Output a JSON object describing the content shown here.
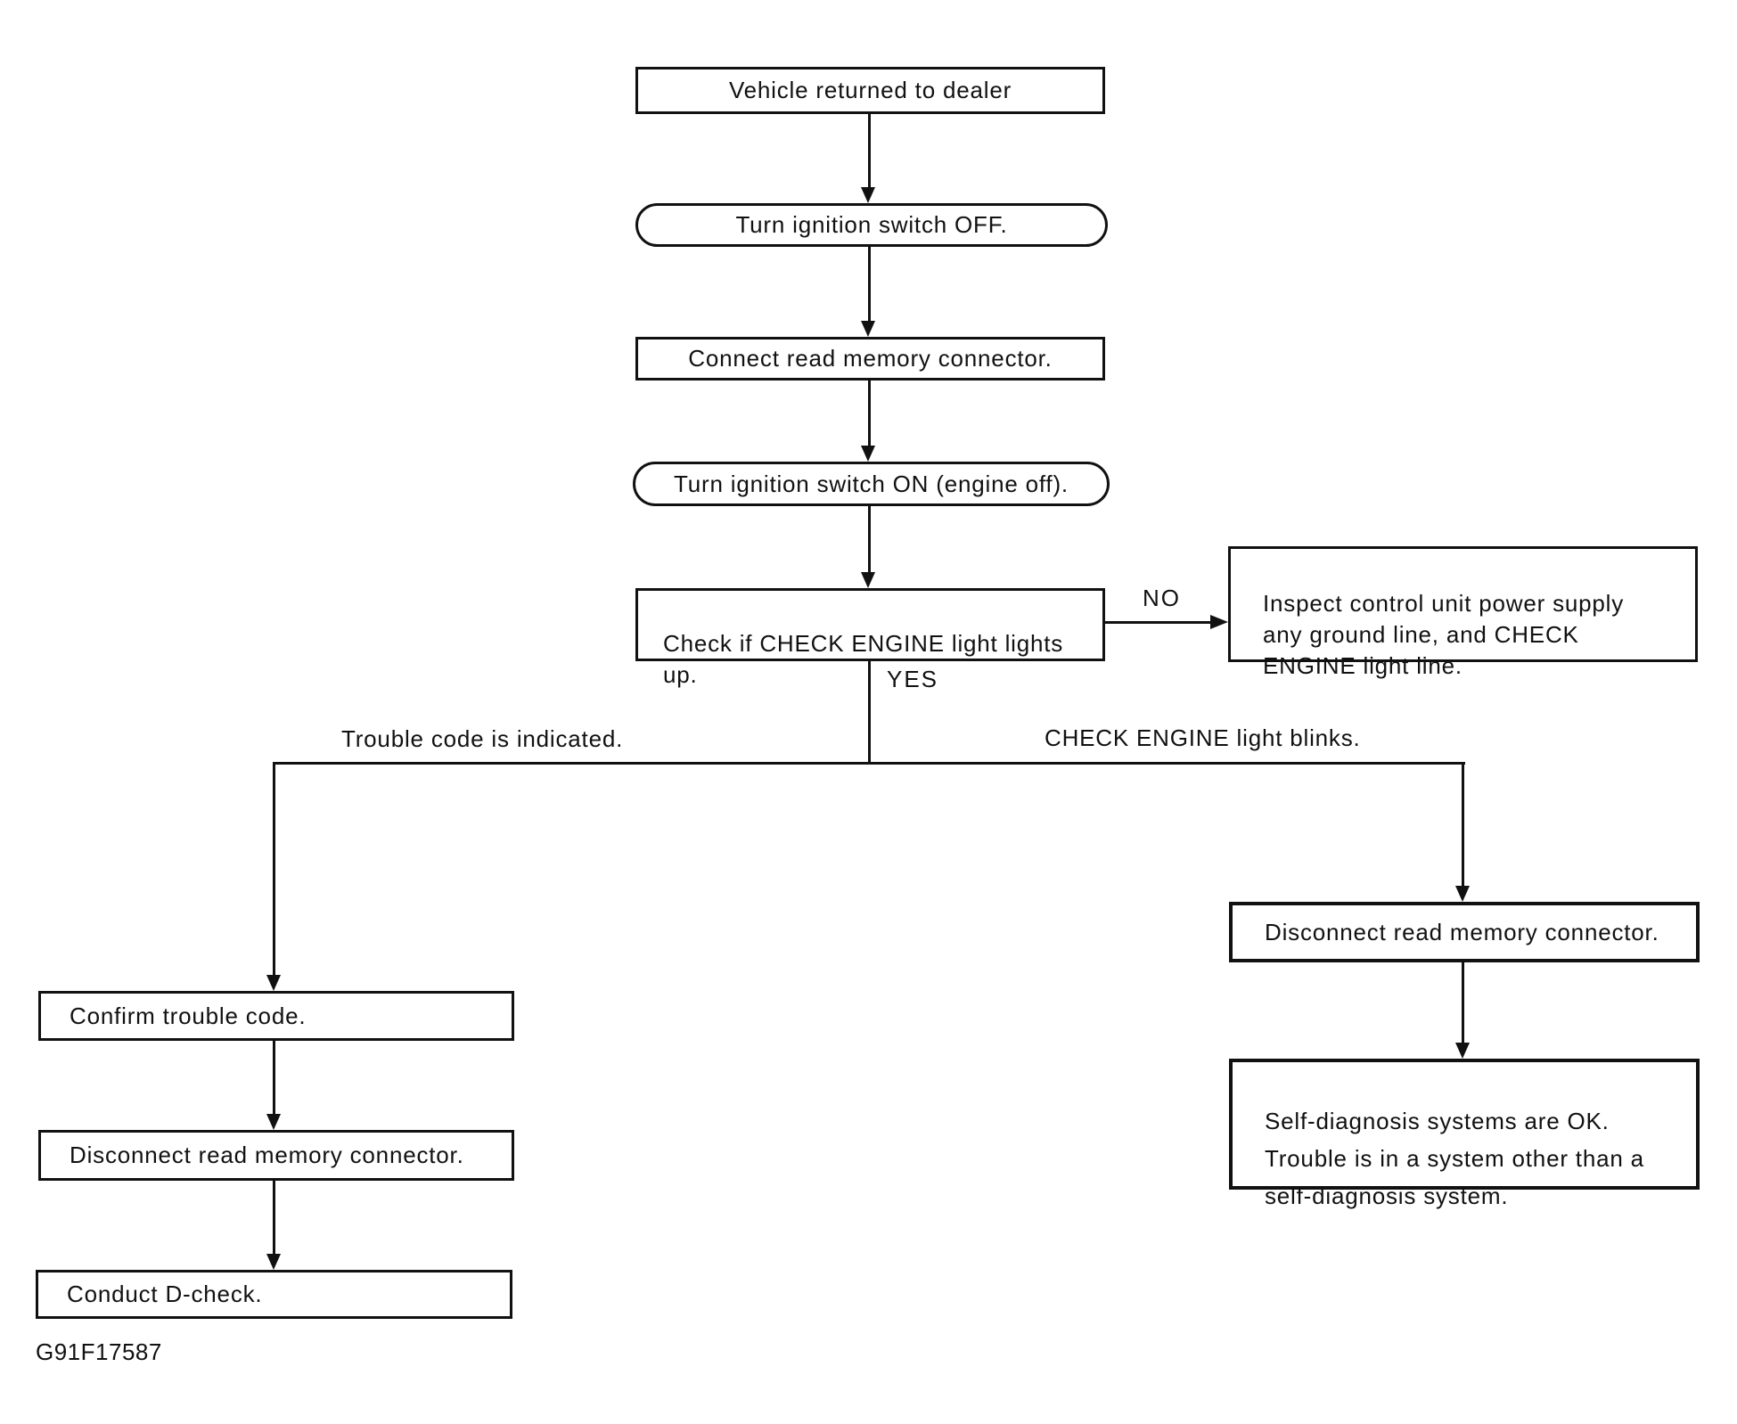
{
  "diagram": {
    "figure_code": "G91F17587",
    "ink_color": "#111111",
    "paper_color": "#ffffff",
    "nodes": {
      "vehicle_returned": "Vehicle returned to dealer",
      "ignition_off": "Turn ignition switch OFF.",
      "connect_read_memory": "Connect read memory connector.",
      "ignition_on": "Turn ignition switch ON (engine off).",
      "check_engine_light": "Check if CHECK ENGINE light lights\nup.",
      "inspect_control_unit": "Inspect control unit power supply\nany ground line, and CHECK\nENGINE light line.",
      "confirm_trouble_code": "Confirm trouble code.",
      "disconnect_read_memory_left": "Disconnect read memory connector.",
      "conduct_d_check": "Conduct D-check.",
      "disconnect_read_memory_right": "Disconnect read memory connector.",
      "self_diagnosis_ok": "Self-diagnosis systems are OK.\nTrouble is in a system other than a\nself-diagnosis system."
    },
    "edge_labels": {
      "no": "NO",
      "yes": "YES",
      "trouble_code": "Trouble code is indicated.",
      "check_engine_blinks": "CHECK ENGINE light blinks."
    }
  }
}
